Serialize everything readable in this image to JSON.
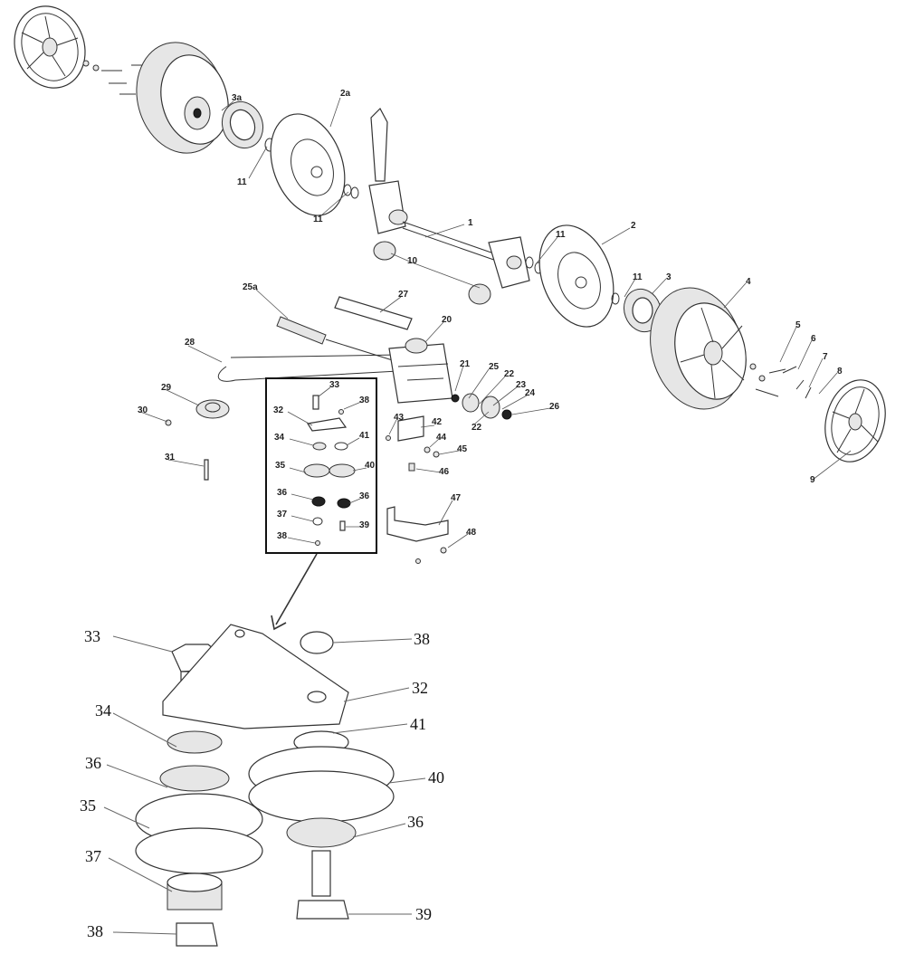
{
  "diagram": {
    "type": "exploded parts diagram",
    "callouts": [
      "3a",
      "2a",
      "11",
      "11",
      "1",
      "11",
      "2",
      "10",
      "11",
      "3",
      "4",
      "25a",
      "27",
      "20",
      "5",
      "6",
      "28",
      "7",
      "21",
      "25",
      "22",
      "8",
      "33",
      "38",
      "23",
      "24",
      "29",
      "32",
      "26",
      "30",
      "22",
      "43",
      "42",
      "34",
      "41",
      "44",
      "45",
      "31",
      "35",
      "40",
      "46",
      "9",
      "36",
      "36",
      "47",
      "37",
      "39",
      "38",
      "48"
    ],
    "detail_callouts": [
      "33",
      "38",
      "32",
      "34",
      "41",
      "36",
      "40",
      "35",
      "36",
      "37",
      "39",
      "38"
    ]
  }
}
